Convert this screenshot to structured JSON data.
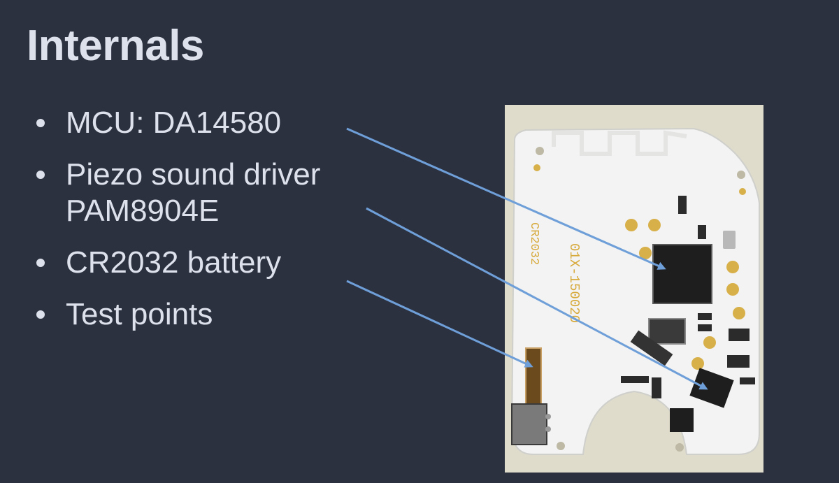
{
  "slide": {
    "title": "Internals",
    "bullets": [
      {
        "lines": [
          "MCU: DA14580"
        ]
      },
      {
        "lines": [
          "Piezo sound driver",
          "PAM8904E"
        ]
      },
      {
        "lines": [
          "CR2032 battery"
        ]
      },
      {
        "lines": [
          "Test points"
        ]
      }
    ]
  },
  "photo": {
    "board_silkscreen": [
      "CR2032",
      "01X-150020"
    ]
  },
  "colors": {
    "background": "#2c3140",
    "text": "#dde1ec",
    "arrow": "#6f9fd8",
    "board": "#f2f3f2",
    "photo_backdrop": "#dfdccc",
    "chip": "#1e1e1e",
    "pad_gold": "#d8b04a"
  }
}
